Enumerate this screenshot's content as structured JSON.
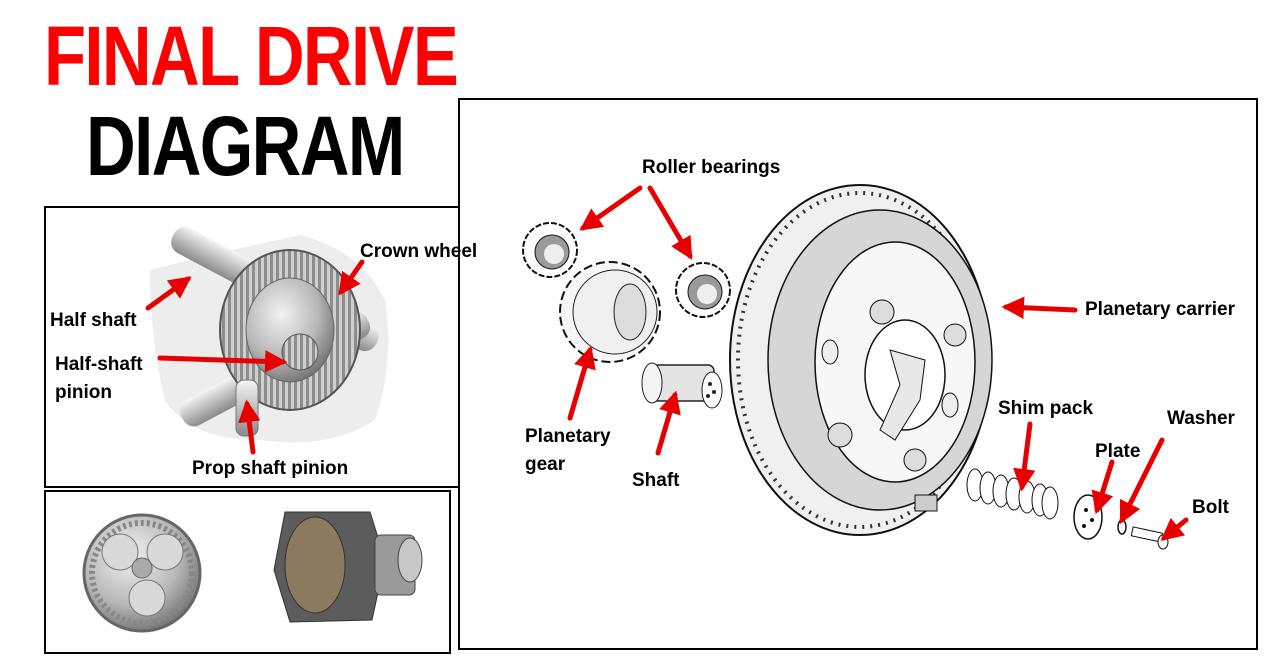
{
  "title": {
    "line1": "FINAL DRIVE",
    "line2": "DIAGRAM"
  },
  "colors": {
    "title_red": "#ff0000",
    "title_black": "#000000",
    "arrow": "#e80000",
    "panel_border": "#000000"
  },
  "differential_labels": {
    "crown_wheel": "Crown wheel",
    "half_shaft": "Half shaft",
    "half_shaft_pinion_1": "Half-shaft",
    "half_shaft_pinion_2": "pinion",
    "prop_shaft_pinion": "Prop shaft pinion"
  },
  "exploded_labels": {
    "roller_bearings": "Roller bearings",
    "planetary_carrier": "Planetary carrier",
    "planetary_gear_1": "Planetary",
    "planetary_gear_2": "gear",
    "shaft": "Shaft",
    "shim_pack": "Shim pack",
    "washer": "Washer",
    "plate": "Plate",
    "bolt": "Bolt"
  }
}
